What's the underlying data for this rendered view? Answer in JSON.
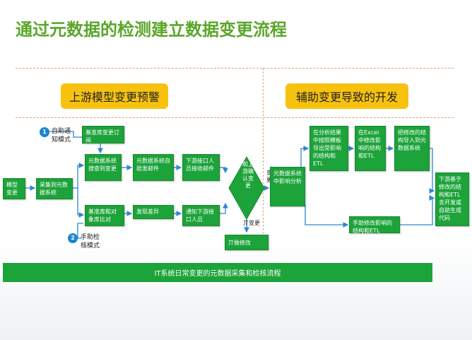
{
  "title": "通过元数据的检测建立数据变更流程",
  "sections": {
    "left": "上游模型变更预警",
    "right": "辅助变更导致的开发"
  },
  "modes": {
    "auto_num": "1",
    "auto_label_1": "自助通",
    "auto_label_2": "知模式",
    "manual_num": "2",
    "manual_label_1": "手助检",
    "manual_label_2": "核模式"
  },
  "boxes": {
    "model_change": "模型变更",
    "collect": "采集到元数据系统",
    "base_change_subscribe": "基准库变更订阅",
    "meta_system_find": "元数据系统搜查到变更",
    "meta_system_auto_mail": "元数据系统自助发邮件",
    "downstream_receive_mail": "下游接口人员接收邮件",
    "compare": "基准库和对象库比对",
    "find_diff": "发现差异",
    "notify_downstream": "通知下游接口人员",
    "meta_impact": "元数据系统中影响分析",
    "export_result": "在分析结果中按照模板导出受影响的结构和ETL",
    "excel_modify": "在Excel中修改影响的结构和ETL",
    "import_meta": "把修改的结构导入到元数据系统",
    "manual_modify": "手助修改影响的结构和ETL",
    "downstream_dev": "下游基于修改的结构和ETL去开发或自助生成代码",
    "no_modify": "丌做修改"
  },
  "diamond": "和上游确认变更",
  "edge_labels": {
    "change": "变更",
    "no_change": "丌变更"
  },
  "banner": "IT系统日常变更的元数据采集和检核流程",
  "colors": {
    "title": "#5aa62a",
    "box": "#1ca33a",
    "section": "#f7c20f",
    "arrow": "#2e86d1",
    "badge": "#1a86d0"
  }
}
